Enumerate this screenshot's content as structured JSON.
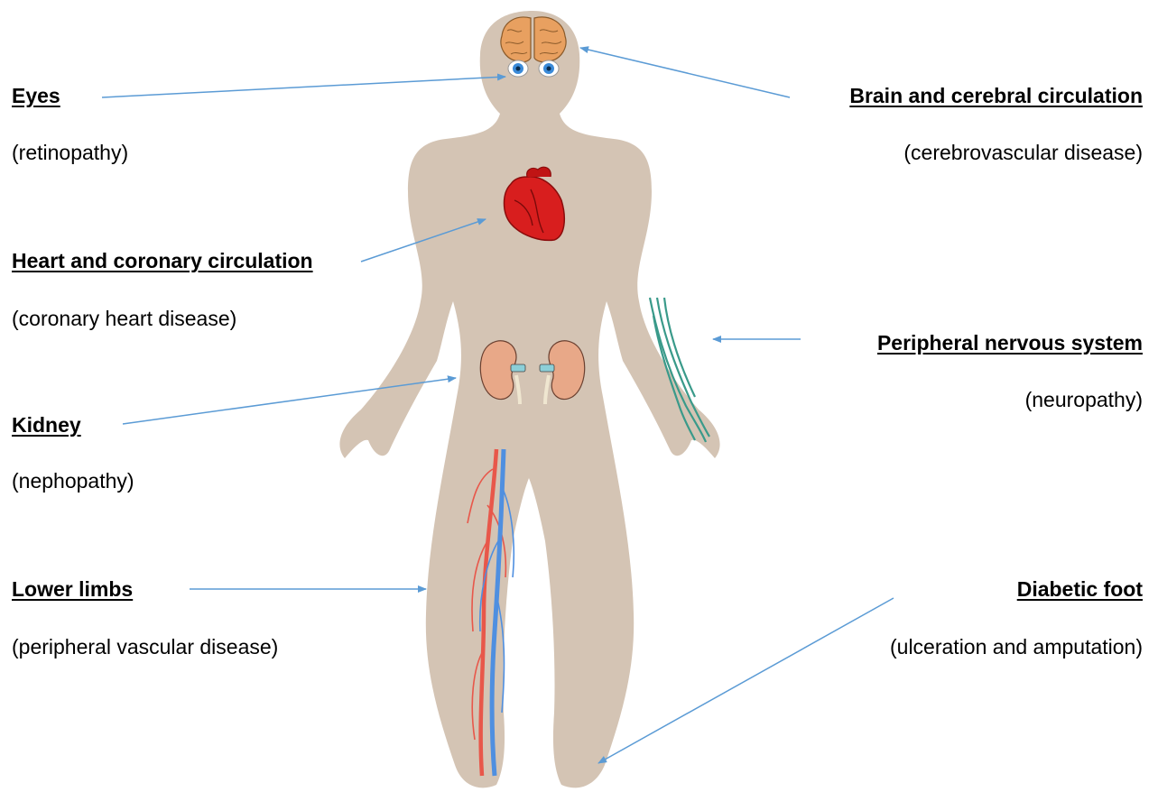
{
  "labels": {
    "eyes": {
      "title": "Eyes",
      "subtitle": "(retinopathy)"
    },
    "heart": {
      "title": "Heart and coronary circulation",
      "subtitle": "(coronary heart disease)"
    },
    "kidney": {
      "title": "Kidney",
      "subtitle": "(nephopathy)"
    },
    "lower_limbs": {
      "title": "Lower limbs",
      "subtitle": "(peripheral vascular disease)"
    },
    "brain": {
      "title": "Brain and cerebral circulation",
      "subtitle": "(cerebrovascular disease)"
    },
    "nerves": {
      "title": "Peripheral nervous system",
      "subtitle": "(neuropathy)"
    },
    "foot": {
      "title": "Diabetic foot",
      "subtitle": "(ulceration and amputation)"
    }
  },
  "colors": {
    "body": "#d4c4b4",
    "arrow": "#5b9bd5",
    "heart": "#d81e1e",
    "kidney": "#e8a888",
    "brain": "#e8a060",
    "artery": "#e8574a",
    "vein": "#4f8fe0",
    "nerve": "#3a9a8a"
  },
  "icons": [
    "brain-icon",
    "eye-icon",
    "heart-icon",
    "kidney-icon",
    "nerve-icon",
    "vessels-icon"
  ]
}
